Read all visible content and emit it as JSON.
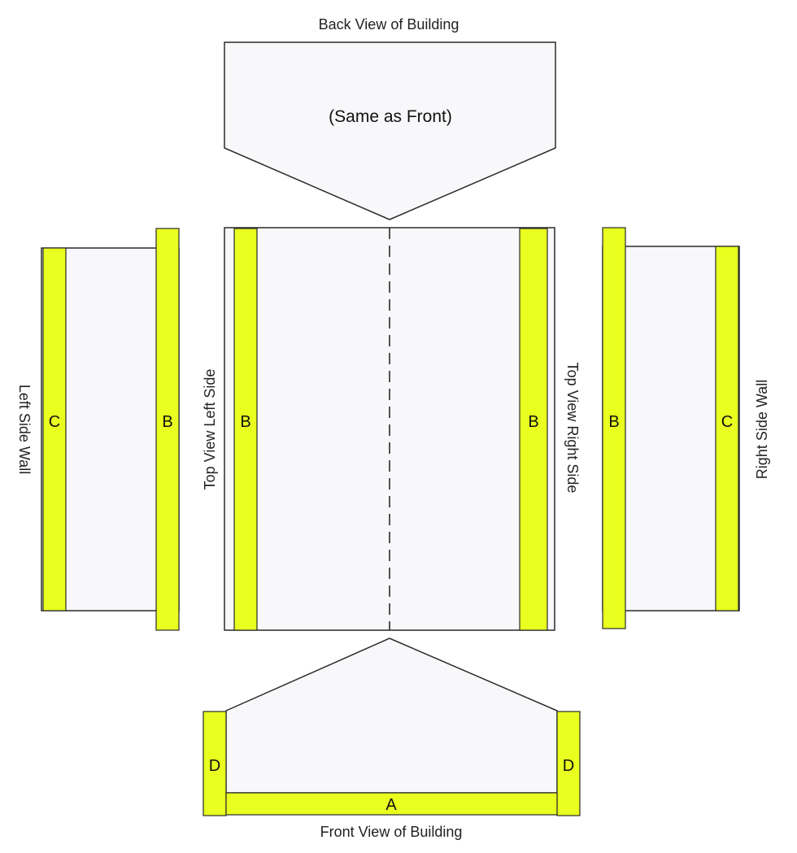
{
  "colors": {
    "board": "#e8ff1f",
    "panel": "#f8f8fa",
    "outline": "#2a2a2a"
  },
  "back_view": {
    "title": "Back View of Building",
    "note": "(Same as Front)"
  },
  "front_view": {
    "title": "Front View of Building",
    "label_a": "A",
    "label_d_left": "D",
    "label_d_right": "D"
  },
  "top_view": {
    "left_label": "Top View Left Side",
    "right_label": "Top View Right Side",
    "label_b_left": "B",
    "label_b_right": "B"
  },
  "left_wall": {
    "title": "Left Side Wall",
    "label_c": "C",
    "label_b": "B"
  },
  "right_wall": {
    "title": "Right Side Wall",
    "label_b": "B",
    "label_c": "C"
  }
}
